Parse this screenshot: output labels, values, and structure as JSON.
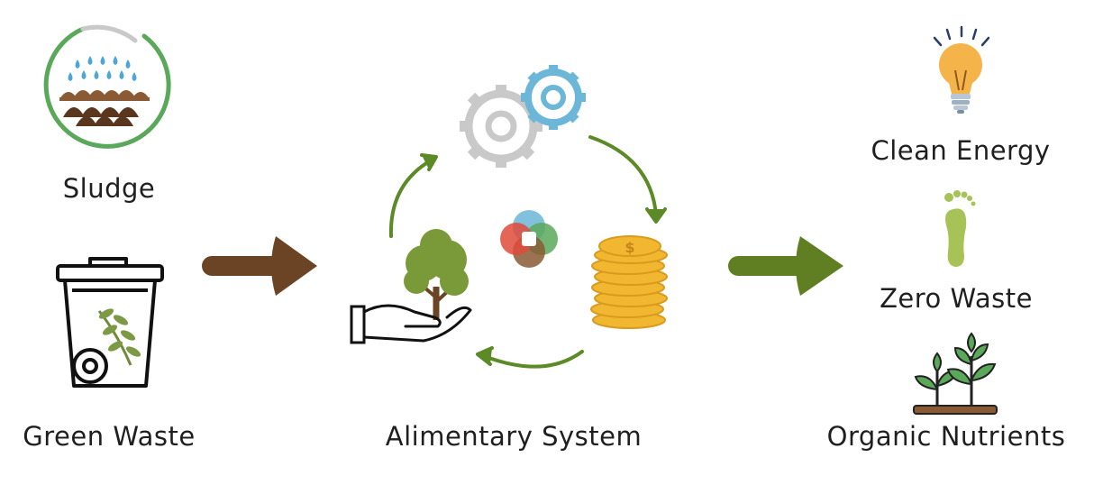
{
  "inputs": {
    "sludge_label": "Sludge",
    "green_waste_label": "Green Waste"
  },
  "process": {
    "label": "Alimentary System"
  },
  "outputs": {
    "clean_energy_label": "Clean Energy",
    "zero_waste_label": "Zero Waste",
    "organic_nutrients_label": "Organic Nutrients"
  },
  "colors": {
    "brown_arrow": "#6b4426",
    "green_arrow": "#5f7f22",
    "cycle_arrow": "#5c8a26",
    "coin": "#f2b731",
    "gear_gray": "#c9c9c9",
    "gear_blue": "#6cb6d8",
    "bulb": "#f4b44a",
    "footprint": "#a7c256"
  }
}
